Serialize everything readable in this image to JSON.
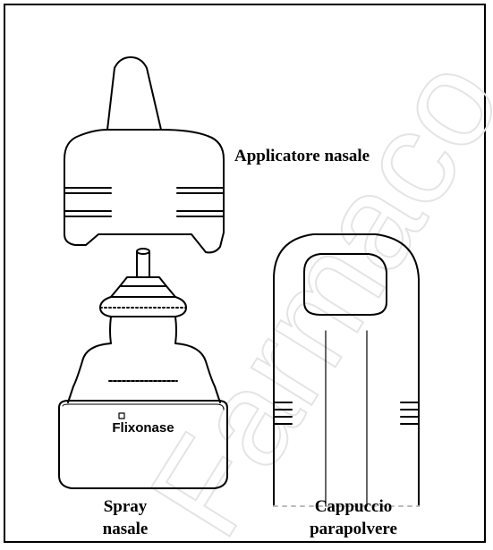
{
  "labels": {
    "applicator": "Applicatore nasale",
    "spray_line1": "Spray",
    "spray_line2": "nasale",
    "cap_line1": "Cappuccio",
    "cap_line2": "parapolvere"
  },
  "bottle_brand": "Flixonase",
  "watermark_text": "Farmaco",
  "colors": {
    "stroke": "#000000",
    "watermark": "#e6e6e6"
  }
}
